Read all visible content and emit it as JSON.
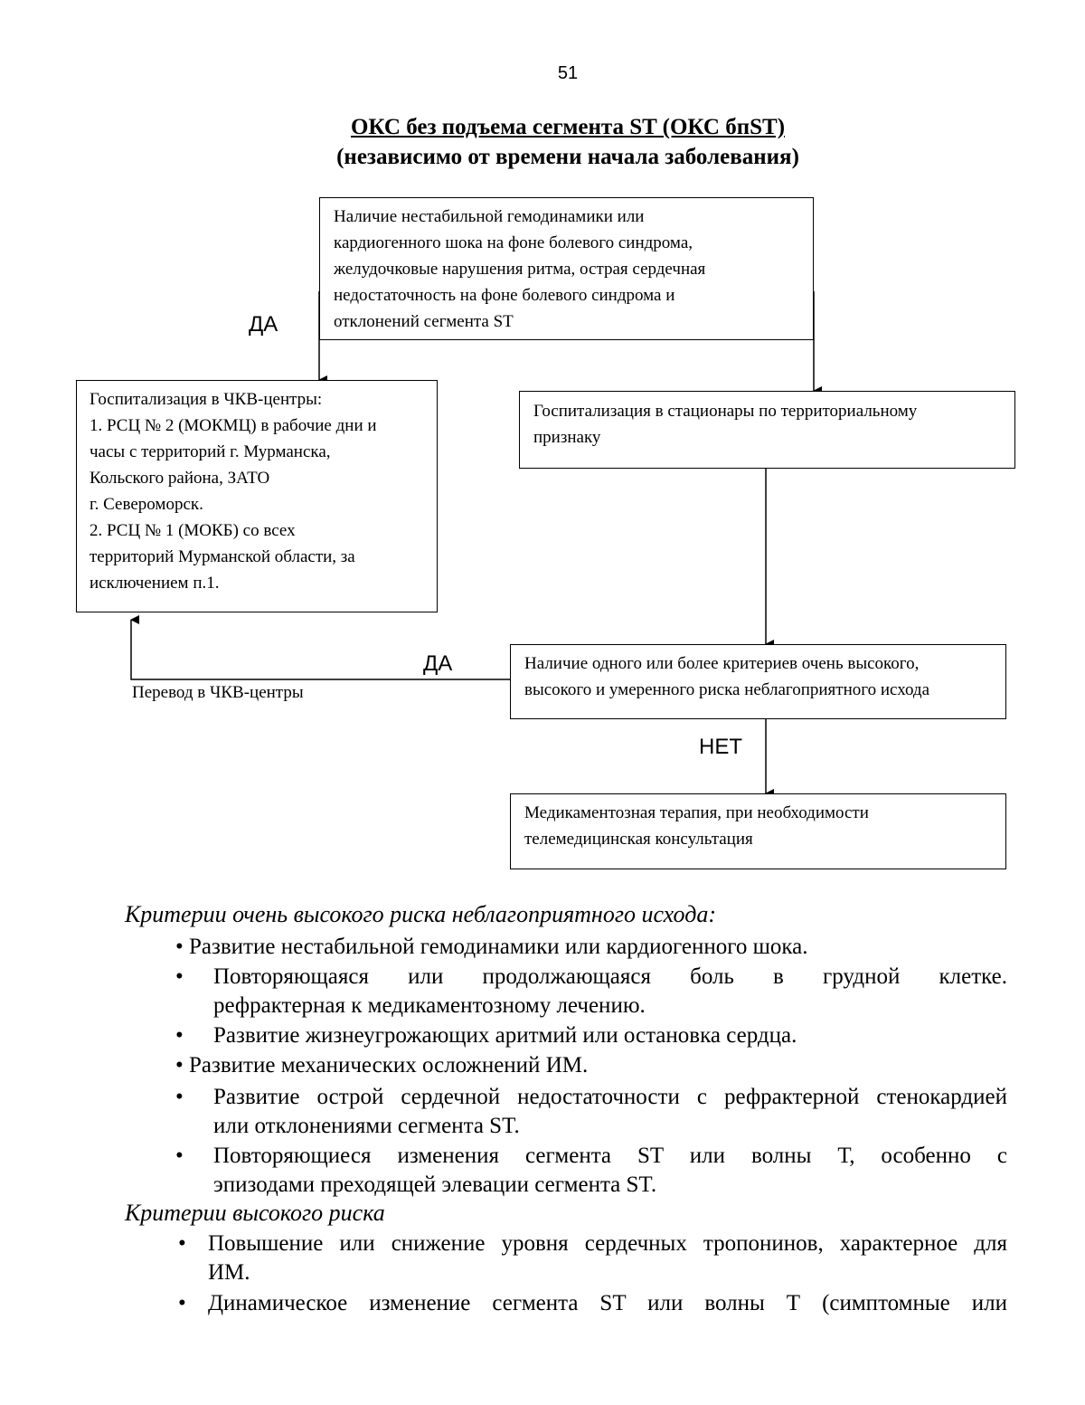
{
  "page_number": "51",
  "title_line1": "ОКС без подъема сегмента ST (ОКС бпST)",
  "title_line2": "(независимо от времени начала заболевания)",
  "flowchart": {
    "box_top": "Наличие нестабильной гемодинамики или\nкардиогенного шока на фоне болевого синдрома,\nжелудочковые нарушения ритма, острая сердечная\nнедостаточность на фоне болевого синдрома и\nотклонений сегмента ST",
    "label_yes_1": "ДА",
    "box_pci": "Госпитализация в ЧКВ-центры:\n1. РСЦ № 2 (МОКМЦ) в рабочие дни и\nчасы с территорий г. Мурманска,\nКольского района, ЗАТО\n г. Североморск.\n2. РСЦ № 1 (МОКБ) со всех\nтерриторий Мурманской области, за\nисключением п.1.",
    "box_territorial": "Госпитализация в стационары по территориальному\nпризнаку",
    "box_risk": "Наличие одного или более критериев очень высокого,\nвысокого и умеренного риска неблагоприятного исхода",
    "label_yes_2": "ДА",
    "label_transfer": "Перевод в ЧКВ-центры",
    "label_no": "НЕТ",
    "box_medication": "Медикаментозная терапия, при необходимости\nтелемедицинская консультация"
  },
  "very_high_risk": {
    "heading": "Критерии очень высокого риска неблагоприятного исхода:",
    "items": [
      "Развитие нестабильной гемодинамики или кардиогенного шока.",
      "Повторяющаяся или продолжающаяся боль в грудной клетке.",
      "рефрактерная к медикаментозному лечению.",
      "Развитие жизнеугрожающих аритмий или остановка сердца.",
      "Развитие механических осложнений ИМ.",
      "Развитие острой сердечной недостаточности с рефрактерной стенокардией",
      "или отклонениями сегмента ST.",
      "Повторяющиеся изменения сегмента ST или волны Т, особенно с",
      "эпизодами преходящей элевации сегмента ST."
    ]
  },
  "high_risk": {
    "heading": "Критерии высокого риска",
    "items": [
      "Повышение или снижение уровня сердечных тропонинов, характерное для",
      "ИМ.",
      "Динамическое изменение сегмента ST или волны Т (симптомные или"
    ]
  },
  "bullet_char": "•"
}
